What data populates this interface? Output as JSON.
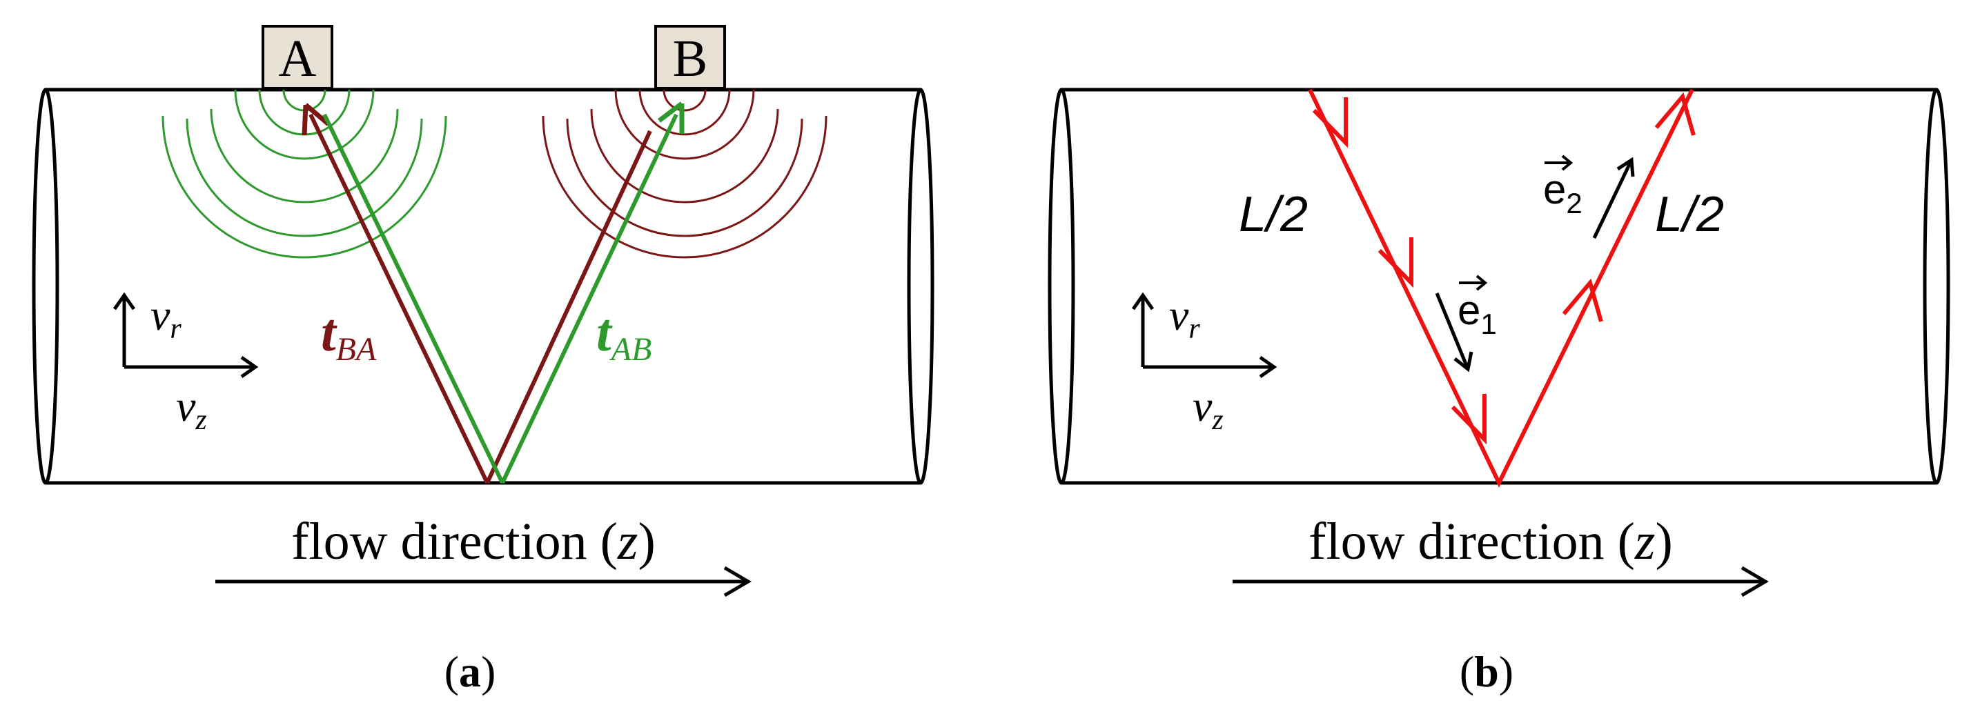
{
  "colors": {
    "outline": "#000000",
    "wave_A": "#2e9a2e",
    "wave_B": "#7a1616",
    "path_BA": "#7a1616",
    "path_AB": "#2e9a2e",
    "path_b": "#ee1111",
    "box_fill": "#e6e1d4"
  },
  "panel_a": {
    "caption_open": "(",
    "caption_letter": "a",
    "caption_close": ")",
    "transducer_A": "A",
    "transducer_B": "B",
    "t_BA_main": "t",
    "t_BA_sub": "BA",
    "t_AB_main": "t",
    "t_AB_sub": "AB",
    "vr_main": "v",
    "vr_sub": "r",
    "vz_main": "v",
    "vz_sub": "z",
    "flow_prefix": "flow direction (",
    "flow_var": "z",
    "flow_suffix": ")"
  },
  "panel_b": {
    "caption_open": "(",
    "caption_letter": "b",
    "caption_close": ")",
    "seg_left": "L/2",
    "seg_right": "L/2",
    "e1_main": "e",
    "e1_sub": "1",
    "e2_main": "e",
    "e2_sub": "2",
    "vr_main": "v",
    "vr_sub": "r",
    "vz_main": "v",
    "vz_sub": "z",
    "flow_prefix": "flow direction (",
    "flow_var": "z",
    "flow_suffix": ")"
  }
}
